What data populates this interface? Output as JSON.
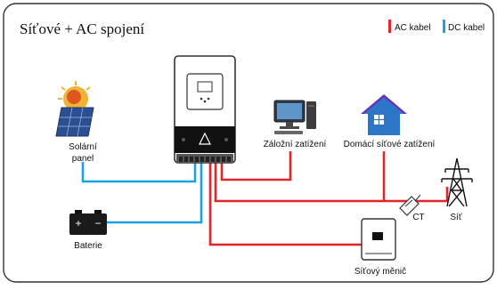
{
  "diagram": {
    "title": "Síťové + AC spojení",
    "legend": {
      "ac_label": "AC kabel",
      "dc_label": "DC kabel",
      "ac_color": "#e8242b",
      "dc_color": "#1aa3e0"
    },
    "components": {
      "solar": "Solární\npanel",
      "solar_line1": "Solární",
      "solar_line2": "panel",
      "battery": "Baterie",
      "backup_load": "Záložní zatížení",
      "home_load": "Domácí síťové zatížení",
      "grid": "Síť",
      "ct": "CT",
      "grid_inverter": "Síťový měnič"
    },
    "icons": {
      "hybrid_inverter": "hybrid-inverter-icon",
      "solar_panel": "solar-panel-icon",
      "battery": "battery-icon",
      "computer": "computer-icon",
      "house": "house-icon",
      "pylon": "transmission-tower-icon",
      "ct_clamp": "ct-clamp-icon",
      "grid_inverter": "grid-inverter-icon"
    }
  }
}
